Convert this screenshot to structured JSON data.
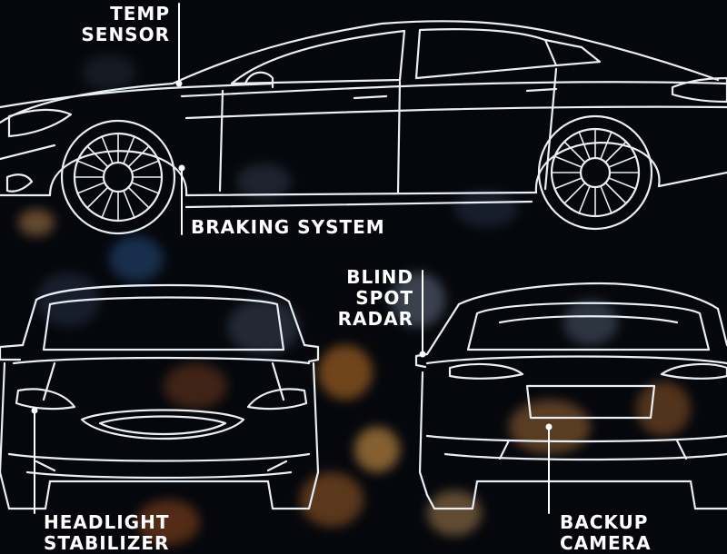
{
  "labels": {
    "temp_sensor": [
      "TEMP",
      "SENSOR"
    ],
    "braking_system": [
      "BRAKING SYSTEM"
    ],
    "blind_spot_radar": [
      "BLIND",
      "SPOT",
      "RADAR"
    ],
    "headlight_stabilizer": [
      "HEADLIGHT",
      "STABILIZER"
    ],
    "backup_camera": [
      "BACKUP",
      "CAMERA"
    ]
  },
  "colors": {
    "background": "#05070c",
    "line": "#e8eef5",
    "bokeh_warm": "#c8782a",
    "bokeh_cool": "#2f5f9a"
  }
}
